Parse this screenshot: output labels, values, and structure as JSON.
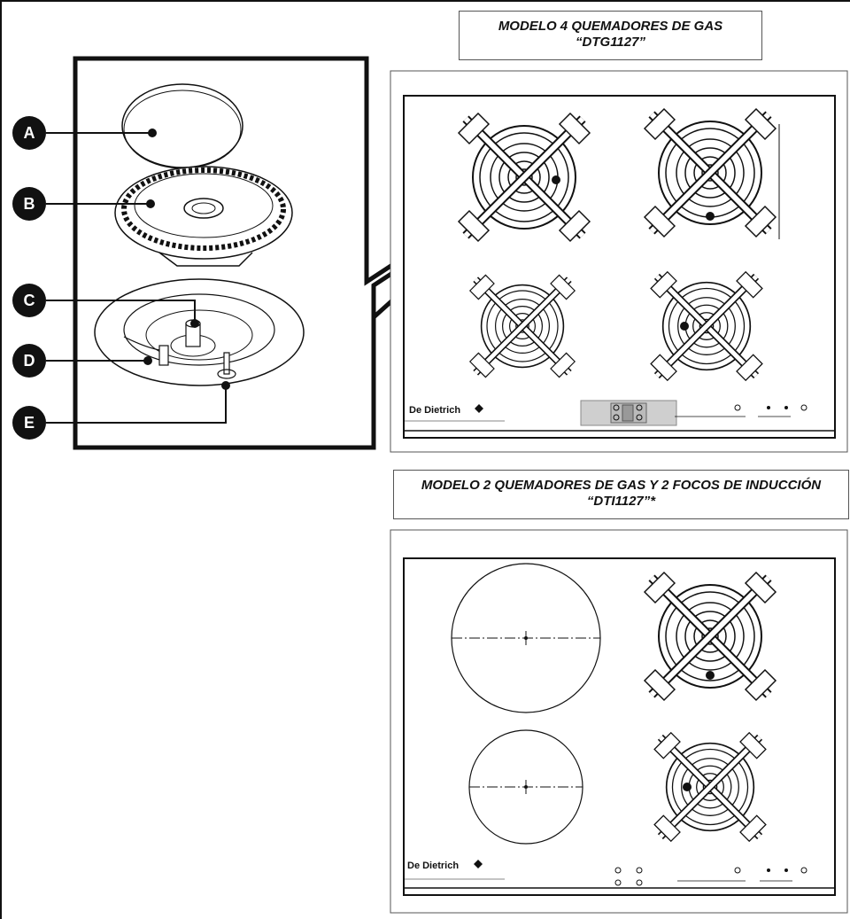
{
  "model_gas": {
    "title_line1": "MODELO 4 QUEMADORES DE GAS",
    "title_line2": "“DTG1127”"
  },
  "model_mixed": {
    "title_line1": "MODELO 2 QUEMADORES DE GAS Y 2 FOCOS DE INDUCCIÓN",
    "title_line2": "“DTI1127”*"
  },
  "parts": [
    {
      "letter": "A"
    },
    {
      "letter": "B"
    },
    {
      "letter": "C"
    },
    {
      "letter": "D"
    },
    {
      "letter": "E"
    }
  ],
  "brand": "De Dietrich",
  "colors": {
    "ink": "#111111",
    "label_fill": "#111111",
    "panel_fill": "#cfcfcf"
  }
}
